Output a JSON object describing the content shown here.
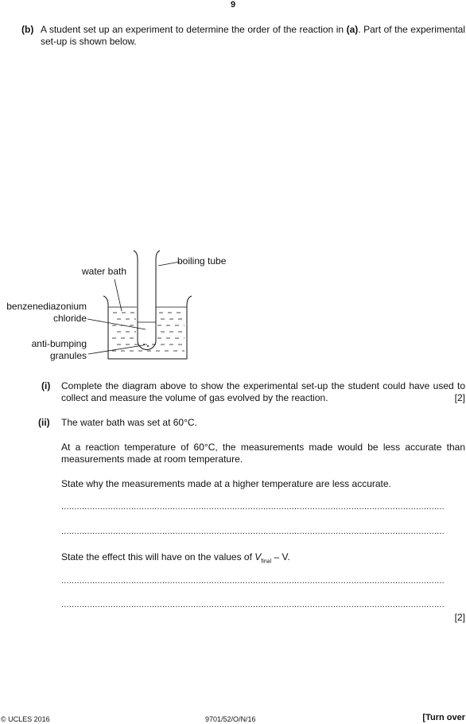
{
  "page_number": "9",
  "part_b": {
    "label": "(b)",
    "text_before": "A student set up an experiment to determine the order of the reaction in ",
    "ref": "(a)",
    "text_after": ". Part of the experimental set-up is shown below."
  },
  "diagram": {
    "labels": {
      "boiling_tube": "boiling tube",
      "water_bath": "water bath",
      "benzenediazonium": "benzenediazonium",
      "chloride": "chloride",
      "anti_bumping": "anti-bumping",
      "granules": "granules"
    }
  },
  "question_i": {
    "label": "(i)",
    "text": "Complete the diagram above to show the experimental set-up the student could have used to collect and measure the volume of gas evolved by the reaction.",
    "marks": "[2]"
  },
  "question_ii": {
    "label": "(ii)",
    "line1": "The water bath was set at 60°C.",
    "line2": "At a reaction temperature of 60°C, the measurements made would be less accurate than measurements made at room temperature.",
    "line3": "State why the measurements made at a higher temperature are less accurate.",
    "line4_before": "State the effect this will have on the values of ",
    "v": "V",
    "sub": "final",
    "line4_after": " – V.",
    "marks": "[2]"
  },
  "answer_line": "....................................................................................................................................................",
  "footer": {
    "copyright": "© UCLES 2016",
    "code": "9701/52/O/N/16",
    "turn": "[Turn over"
  }
}
